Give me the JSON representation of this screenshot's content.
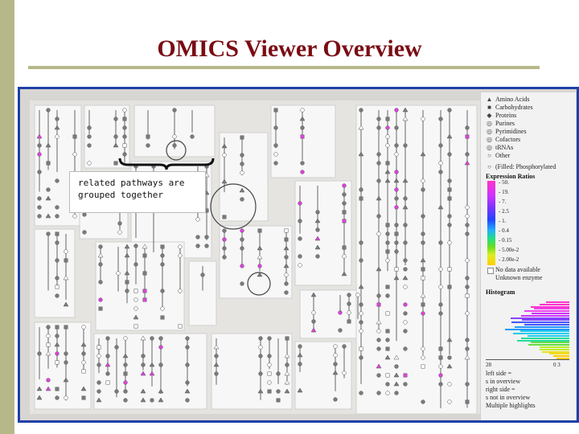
{
  "slide": {
    "title": "OMICS Viewer Overview"
  },
  "callout": {
    "line1": "related pathways are",
    "line2": "grouped together"
  },
  "legend": {
    "compound_classes": [
      {
        "glyph": "triangle",
        "label": "Amino Acids"
      },
      {
        "glyph": "square",
        "label": "Carbohydrates"
      },
      {
        "glyph": "diamond",
        "label": "Proteins"
      },
      {
        "glyph": "ring",
        "label": "Purines"
      },
      {
        "glyph": "ring",
        "label": "Pyrimidines"
      },
      {
        "glyph": "ring",
        "label": "Cofactors"
      },
      {
        "glyph": "ring",
        "label": "tRNAs"
      },
      {
        "glyph": "circle",
        "label": "Other"
      }
    ],
    "filled_note": "(Filled: Phosphorylated",
    "expression_ratios_title": "Expression Ratios",
    "ratio_ticks": [
      "50.",
      "19.",
      "7.",
      "2.5",
      "1.",
      "0.4",
      "0.15",
      "5.00e-2",
      "2.00e-2"
    ],
    "no_data": "No data available",
    "unknown_enzyme": "Unknown enzyme",
    "histogram_title": "Histogram",
    "histogram_left_count": "28",
    "histogram_right_numbers": "0 3",
    "footer_lines": [
      "left side =",
      "s in overview",
      "right side =",
      "s not in overview",
      "Multiple highlights"
    ]
  },
  "colors": {
    "slide_title": "#7a0c14",
    "sidebar": "#b7b88a",
    "viewer_border": "#1f40a8",
    "node_gray": "#7b7b7b",
    "node_magenta": "#e040e0"
  }
}
